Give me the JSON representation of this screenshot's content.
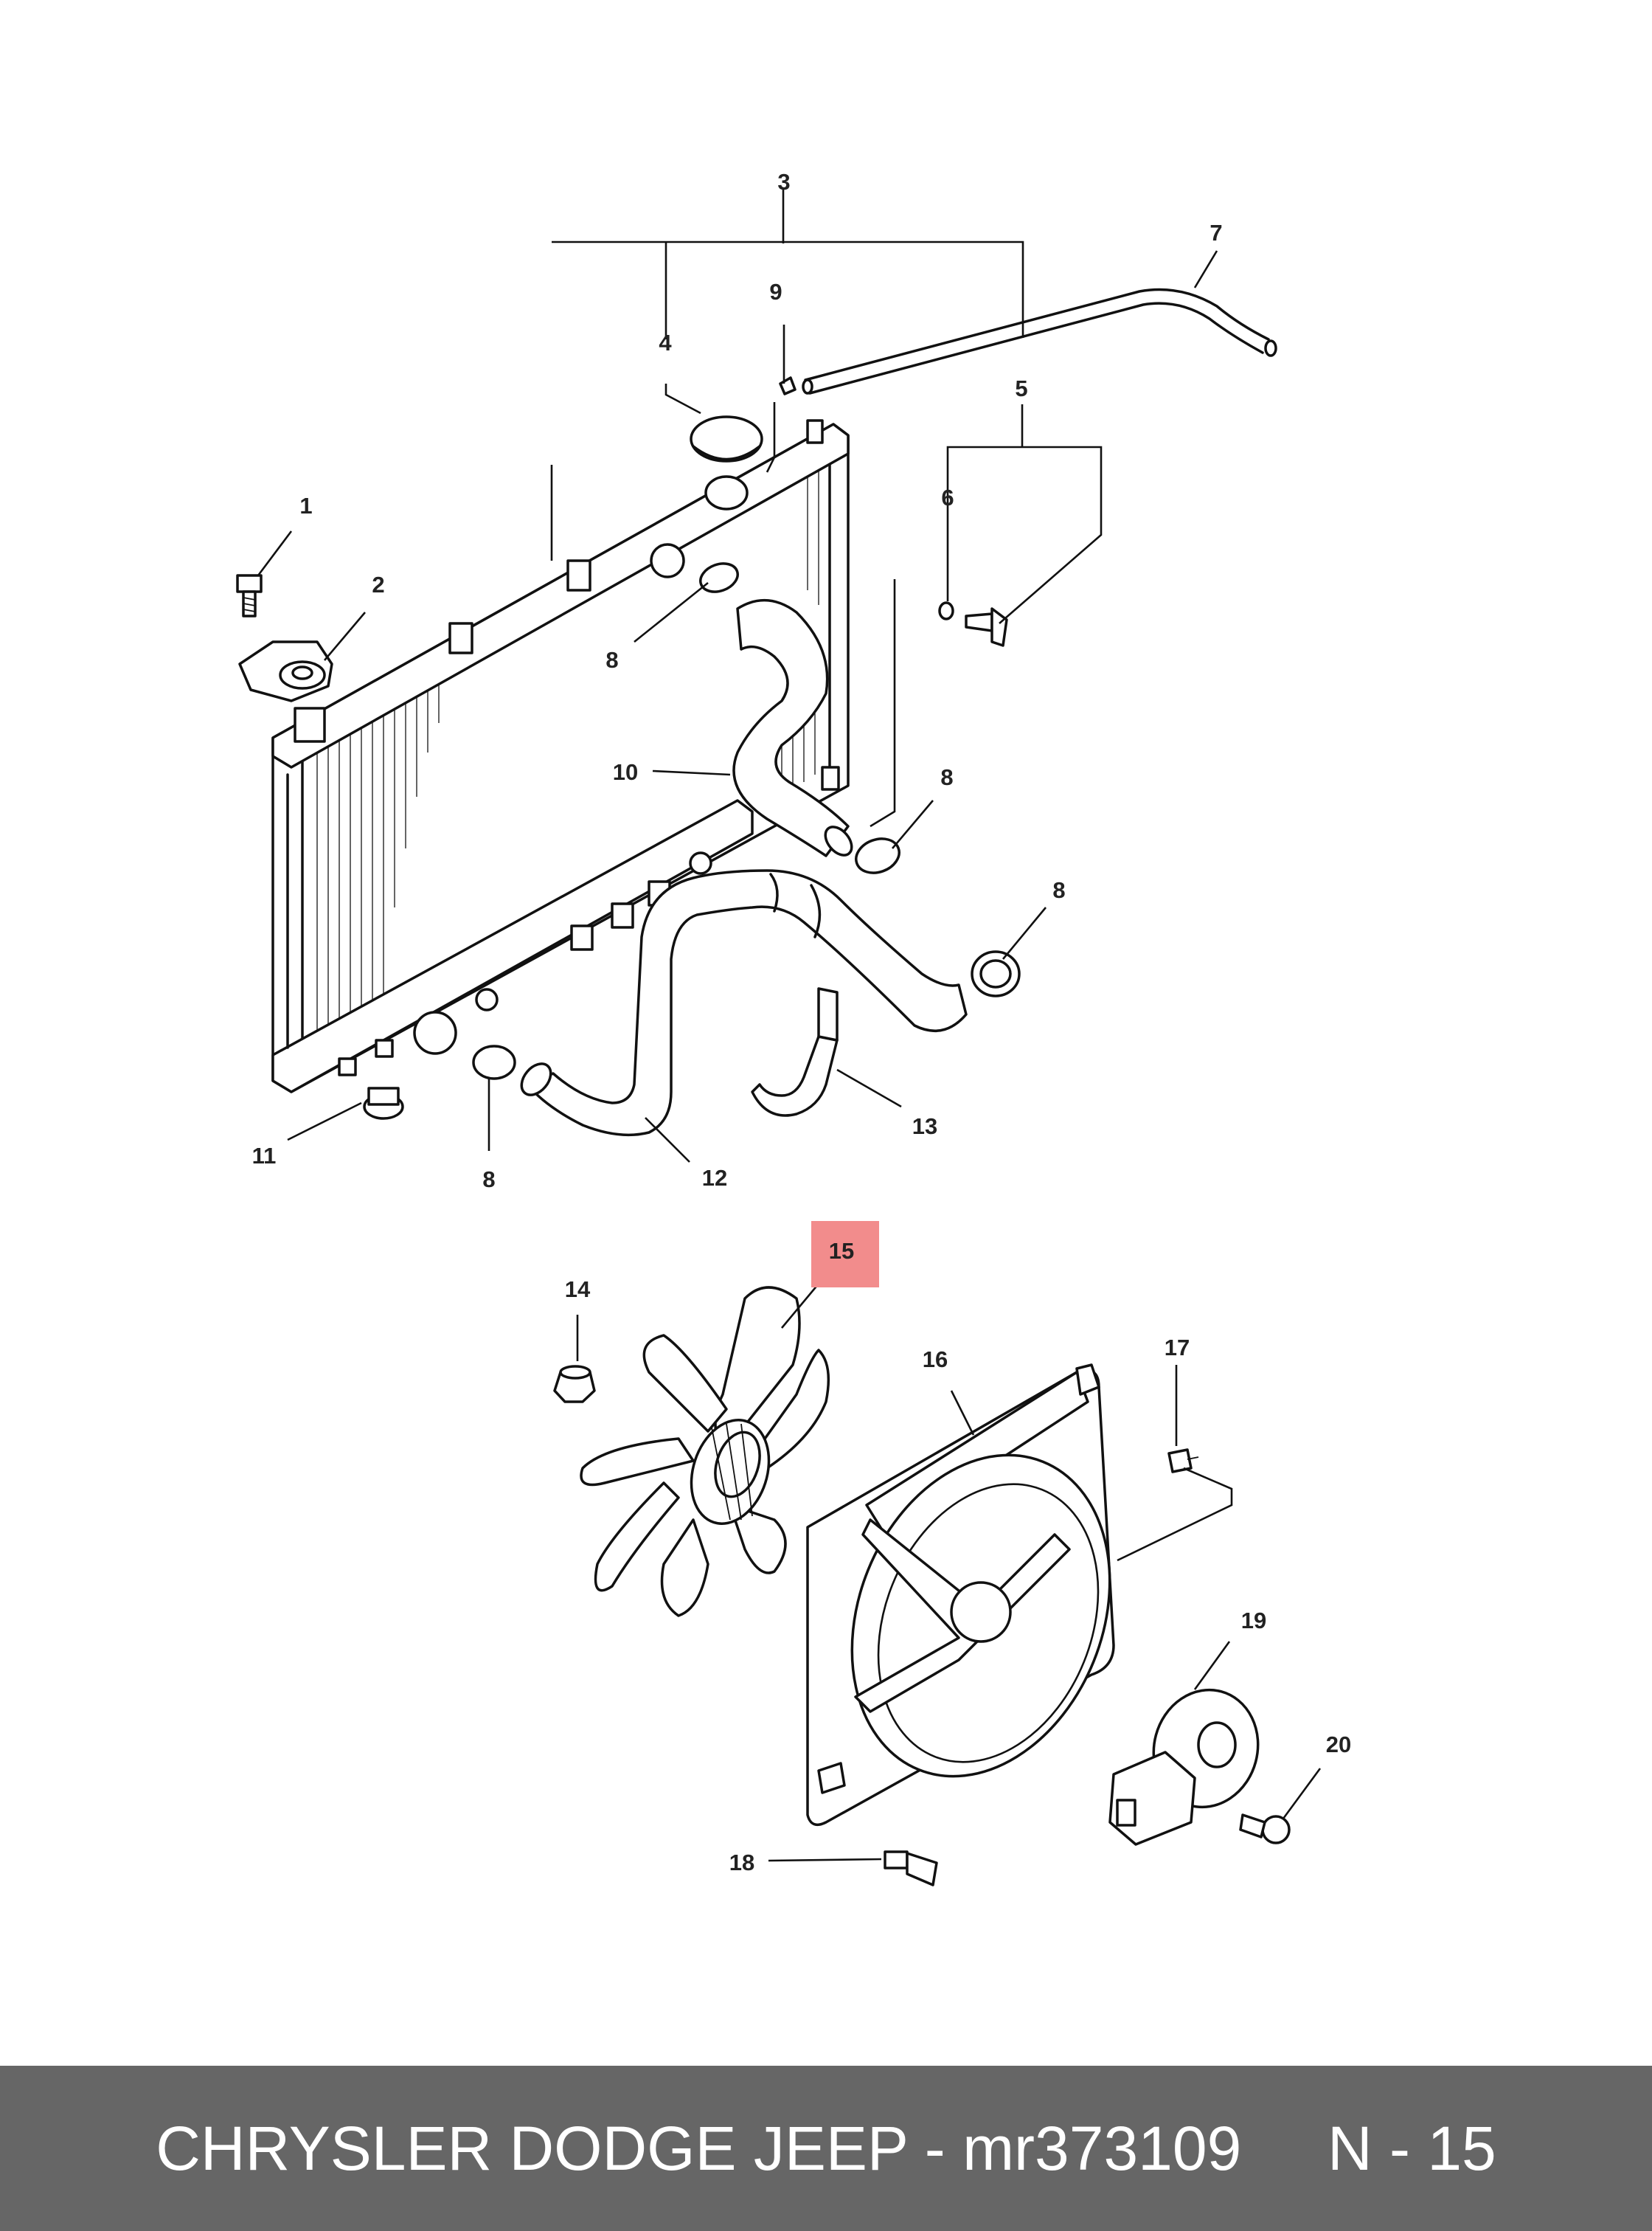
{
  "callouts": {
    "c1": "1",
    "c2": "2",
    "c3": "3",
    "c4": "4",
    "c5": "5",
    "c6": "6",
    "c7": "7",
    "c8": "8",
    "c9": "9",
    "c10": "10",
    "c11": "11",
    "c12": "12",
    "c13": "13",
    "c14": "14",
    "c15": "15",
    "c16": "16",
    "c17": "17",
    "c18": "18",
    "c19": "19",
    "c20": "20"
  },
  "highlight": {
    "part": "15",
    "color": "#f28c8c"
  },
  "footer": {
    "text": "CHRYSLER DODGE JEEP - mr373109     N - 15",
    "background": "#666666",
    "color": "#ffffff"
  }
}
